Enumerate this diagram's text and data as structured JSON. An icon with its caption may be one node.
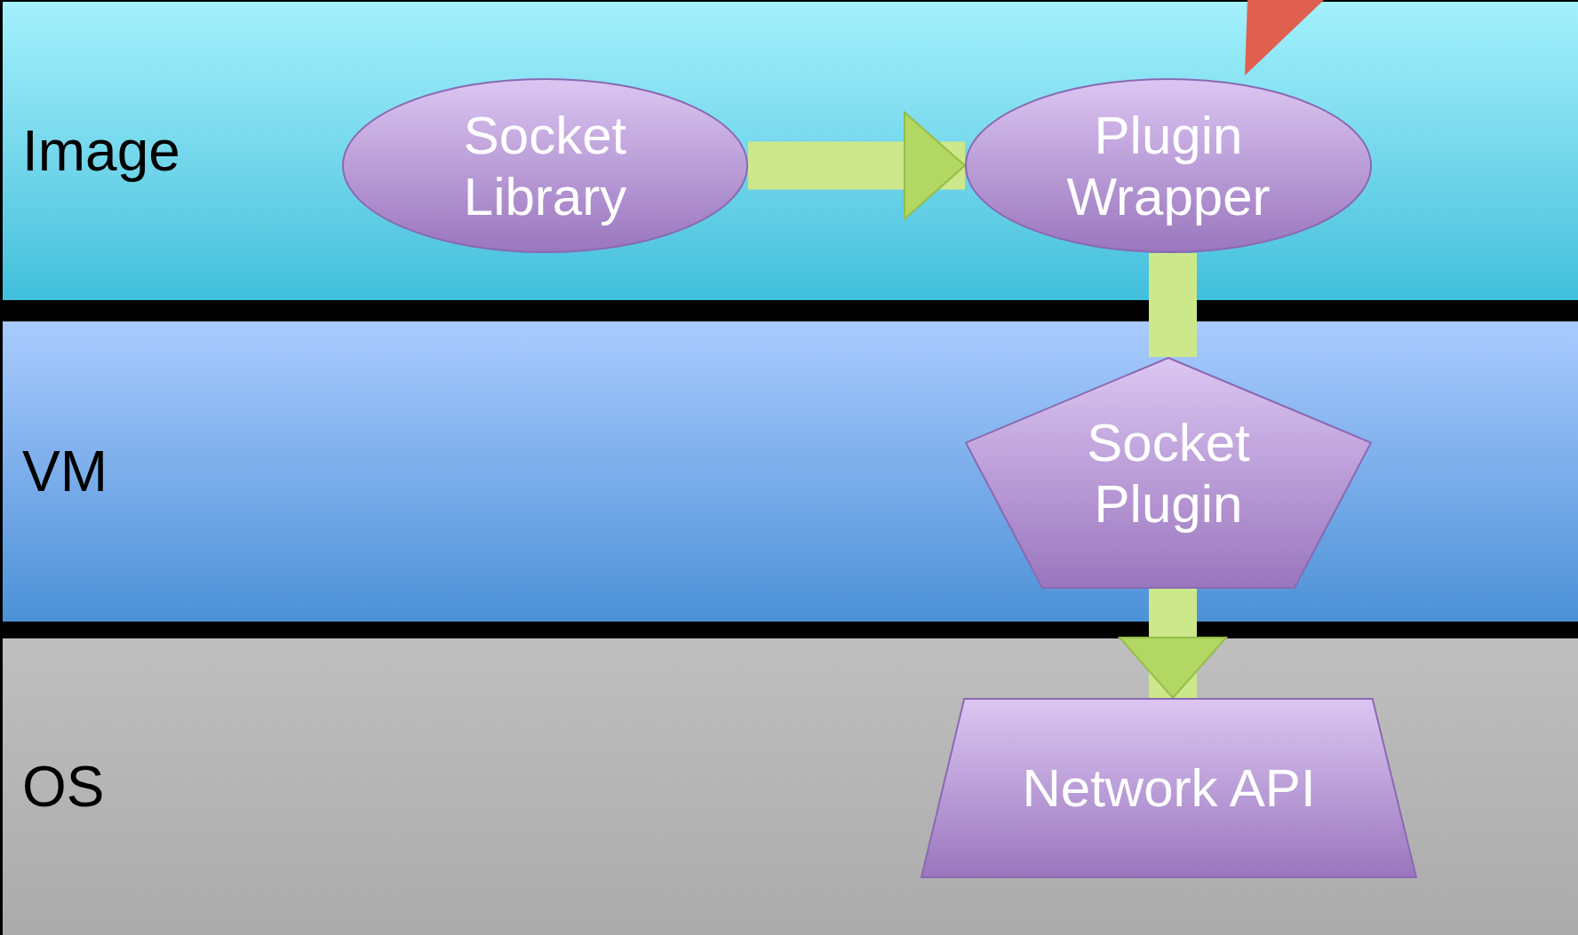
{
  "diagram": {
    "nodes": [
      {
        "text": [
          "Image"
        ]
      },
      {
        "text": [
          "VM"
        ]
      },
      {
        "text": [
          "OS"
        ]
      },
      {
        "text": [
          "Socket Library"
        ],
        "in": 0
      },
      {
        "text": [
          "Plugin Wrapper"
        ],
        "in": 0
      },
      {
        "text": [
          "Socket Plugin"
        ],
        "in": 1
      },
      {
        "text": [
          "Network API"
        ],
        "in": 2
      },
      {
        "text": [],
        "shape": "triangle",
        "in": 0
      }
    ],
    "edges": [
      {
        "from": 3,
        "to": 4,
        "arrow": "to"
      },
      {
        "from": 4,
        "to": 5,
        "arrow": "none"
      },
      {
        "from": 5,
        "to": 6,
        "arrow": "to"
      }
    ]
  }
}
